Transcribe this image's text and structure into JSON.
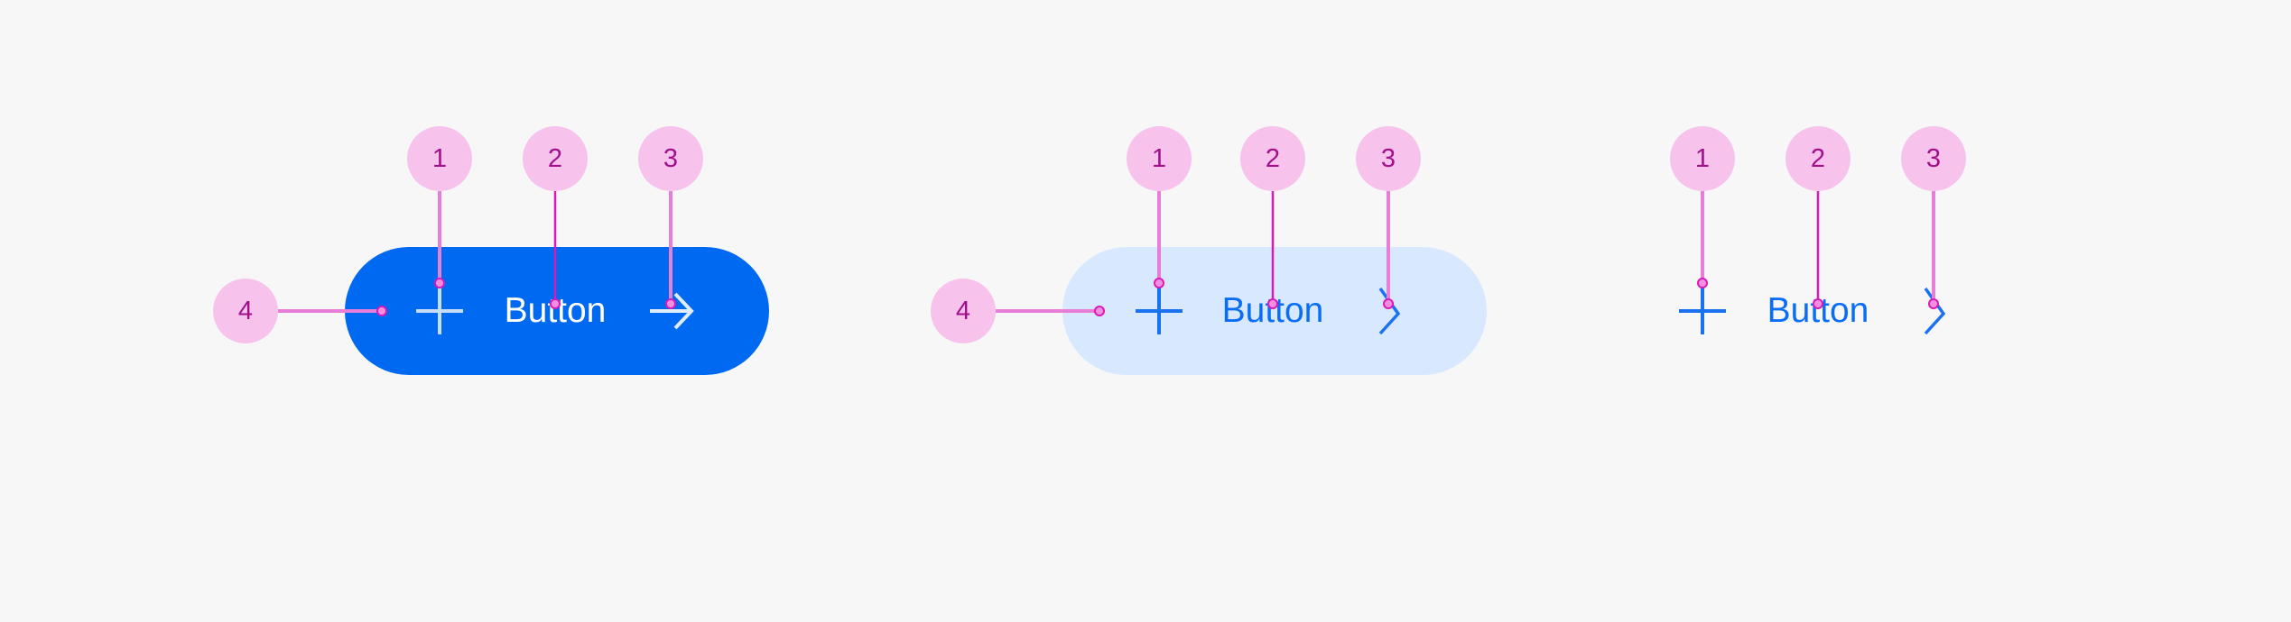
{
  "colors": {
    "primary": "#0069f2",
    "tonal": "#d8e8fe",
    "annotation": "#f7c2ec",
    "annotation_line": "#e87ed8",
    "annotation_text": "#a0108a",
    "background": "#f7f7f7"
  },
  "variants": [
    {
      "label": "Button",
      "style": "filled",
      "leading_icon": "plus-icon",
      "trailing_icon": "arrow-right-icon",
      "markers": [
        "1",
        "2",
        "3",
        "4"
      ]
    },
    {
      "label": "Button",
      "style": "tonal",
      "leading_icon": "plus-icon",
      "trailing_icon": "chevron-right-icon",
      "markers": [
        "1",
        "2",
        "3",
        "4"
      ]
    },
    {
      "label": "Button",
      "style": "text",
      "leading_icon": "plus-icon",
      "trailing_icon": "chevron-right-icon",
      "markers": [
        "1",
        "2",
        "3"
      ]
    }
  ]
}
